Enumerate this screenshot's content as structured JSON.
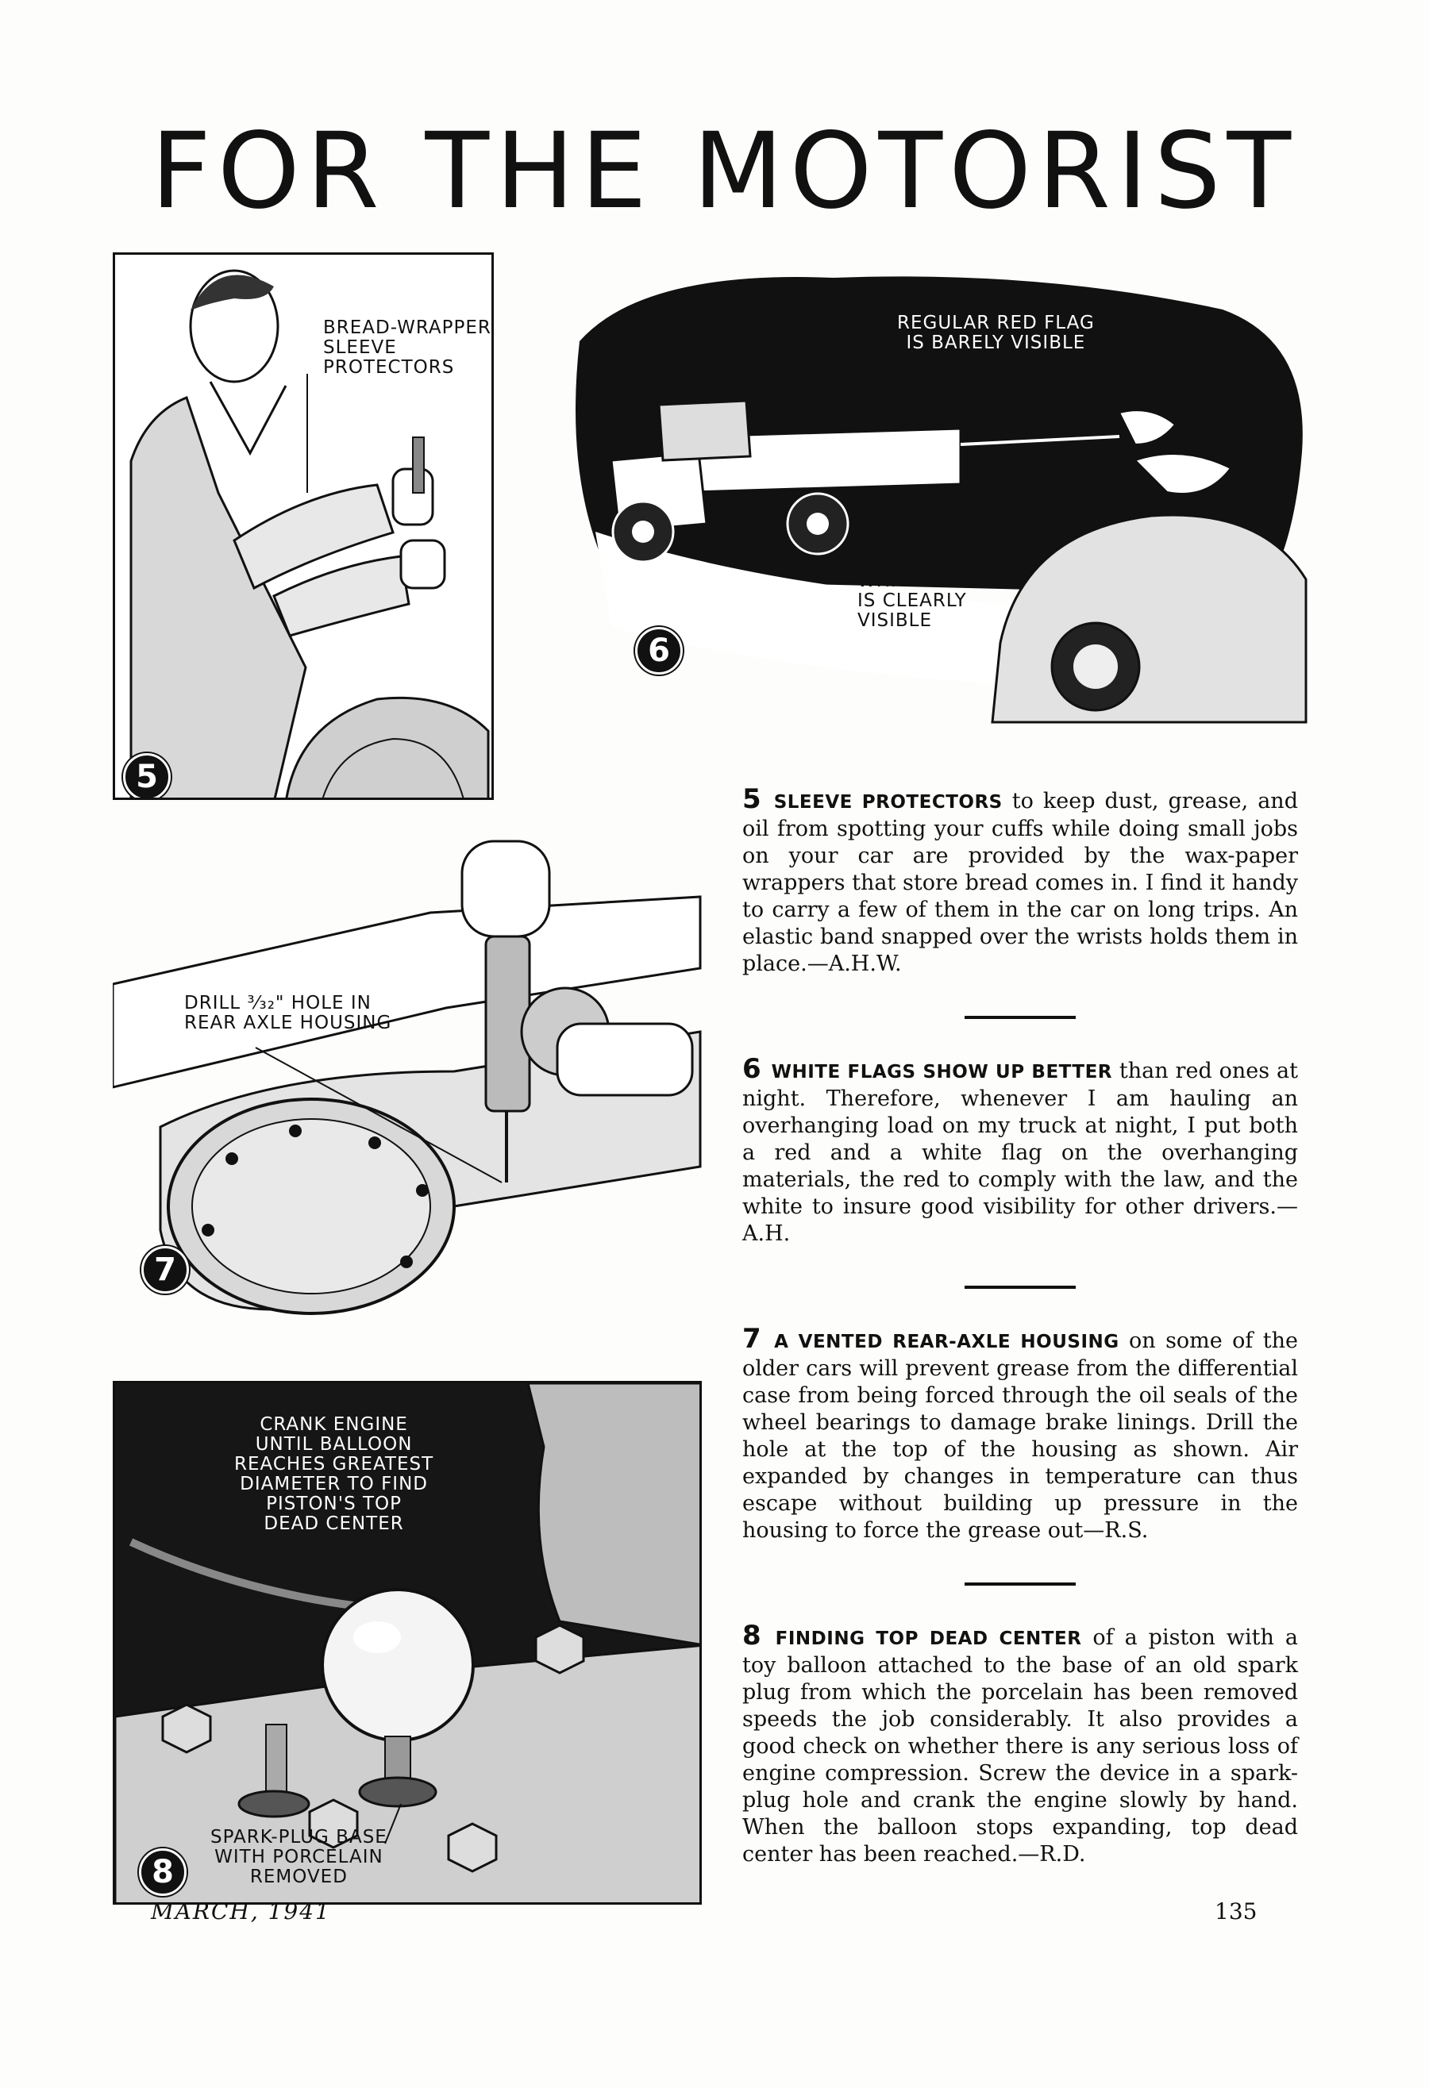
{
  "page_title": "FOR THE MOTORIST",
  "figures": {
    "fig5": {
      "number": "5",
      "label": "BREAD-WRAPPER\nSLEEVE\nPROTECTORS"
    },
    "fig6": {
      "number": "6",
      "label_red": "REGULAR RED FLAG\nIS BARELY VISIBLE",
      "label_white": "ADDITIONAL\nWHITE FLAG\nIS CLEARLY\nVISIBLE"
    },
    "fig7": {
      "number": "7",
      "label": "DRILL ³⁄₃₂\" HOLE IN\nREAR AXLE HOUSING"
    },
    "fig8": {
      "number": "8",
      "label_top": "CRANK ENGINE\nUNTIL BALLOON\nREACHES GREATEST\nDIAMETER TO FIND\nPISTON'S TOP\nDEAD CENTER",
      "label_bottom": "SPARK-PLUG BASE\nWITH PORCELAIN\nREMOVED"
    }
  },
  "articles": [
    {
      "number": "5",
      "heading": "SLEEVE PROTECTORS",
      "body": " to keep dust, grease, and oil from spotting your cuffs while doing small jobs on your car are provided by the wax-paper wrappers that store bread comes in. I find it handy to carry a few of them in the car on long trips. An elastic band snapped over the wrists holds them in place.—A.H.W."
    },
    {
      "number": "6",
      "heading": "WHITE FLAGS SHOW UP BETTER",
      "body": " than red ones at night. Therefore, whenever I am hauling an overhanging load on my truck at night, I put both a red and a white flag on the overhanging materials, the red to comply with the law, and the white to insure good visibility for other drivers.—A.H."
    },
    {
      "number": "7",
      "heading": "A VENTED REAR-AXLE HOUSING",
      "body": " on some of the older cars will prevent grease from the differential case from being forced through the oil seals of the wheel bearings to damage brake linings. Drill the hole at the top of the housing as shown. Air expanded by changes in temperature can thus escape without building up pressure in the housing to force the grease out—R.S."
    },
    {
      "number": "8",
      "heading": "FINDING TOP DEAD CENTER",
      "body": " of a piston with a toy balloon attached to the base of an old spark plug from which the porcelain has been removed speeds the job considerably. It also provides a good check on whether there is any serious loss of engine compression. Screw the device in a spark-plug hole and crank the engine slowly by hand. When the balloon stops expanding, top dead center has been reached.—R.D."
    }
  ],
  "footer": {
    "date": "MARCH, 1941",
    "page_number": "135"
  }
}
